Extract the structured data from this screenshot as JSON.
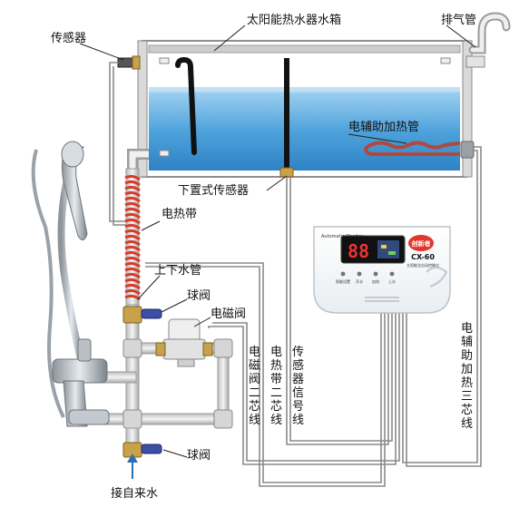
{
  "labels": {
    "tank": "太阳能热水器水箱",
    "vent": "排气管",
    "sensor_top": "传感器",
    "aux_heater": "电辅助加热管",
    "bottom_sensor": "下置式传感器",
    "heat_belt": "电热带",
    "updown_pipe": "上下水管",
    "ball_valve_top": "球阀",
    "solenoid_valve": "电磁阀",
    "ball_valve_bottom": "球阀",
    "water_inlet": "接自来水",
    "cable_solenoid": "电磁阀二芯线",
    "cable_heatbelt": "电热带二芯线",
    "cable_sensor": "传感器信号线",
    "cable_aux": "电辅助加热三芯线"
  },
  "controller": {
    "brand_small": "Automatic Monitor",
    "display_digits": "88",
    "logo": "创新者",
    "model": "CX-60",
    "subtitle": "太阳能全自动控制仪",
    "buttons": [
      "智能设置",
      "开水",
      "加热",
      "上水"
    ]
  },
  "colors": {
    "water": "#6fb3de",
    "tank_frame": "#9c9c9c",
    "heat_belt": "#d83a2a",
    "valve_handle": "#3b4fa8",
    "solenoid_body": "#e8e8e8",
    "brass": "#c8a24a",
    "cable": "#8a8a8a"
  }
}
